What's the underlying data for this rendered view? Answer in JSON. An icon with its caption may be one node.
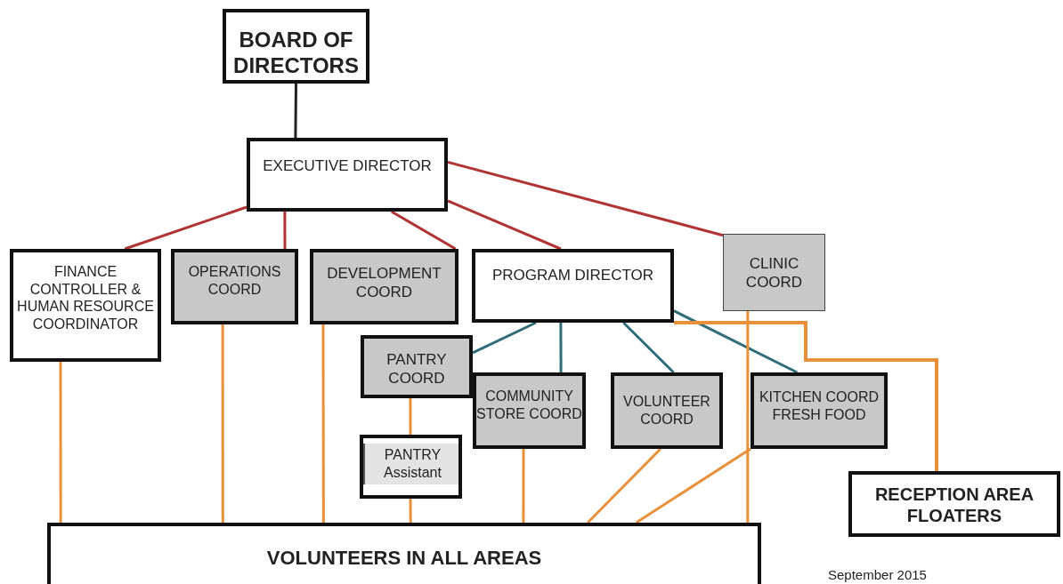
{
  "diagram": {
    "nodes": [
      {
        "text": [
          "BOARD OF DIRECTORS"
        ]
      },
      {
        "text": [
          "EXECUTIVE DIRECTOR"
        ]
      },
      {
        "text": [
          "FINANCE CONTROLLER & HUMAN RESOURCE COORDINATOR"
        ]
      },
      {
        "text": [
          "OPERATIONS COORD"
        ]
      },
      {
        "text": [
          "DEVELOPMENT COORD"
        ]
      },
      {
        "text": [
          "PROGRAM DIRECTOR"
        ]
      },
      {
        "text": [
          "CLINIC COORD"
        ]
      },
      {
        "text": [
          "PANTRY COORD"
        ]
      },
      {
        "text": [
          "COMMUNITY STORE COORD"
        ]
      },
      {
        "text": [
          "VOLUNTEER COORD"
        ]
      },
      {
        "text": [
          "KITCHEN COORD FRESH FOOD"
        ]
      },
      {
        "text": [
          "PANTRY Assistant"
        ]
      },
      {
        "text": [
          "RECEPTION AREA FLOATERS"
        ]
      },
      {
        "text": [
          "VOLUNTEERS IN ALL AREAS"
        ]
      }
    ],
    "edges": [
      {
        "from": 0,
        "to": 1,
        "arrow": "none",
        "color": "#222222"
      },
      {
        "from": 1,
        "to": 2,
        "arrow": "none",
        "color": "#b03434"
      },
      {
        "from": 1,
        "to": 3,
        "arrow": "none",
        "color": "#b03434"
      },
      {
        "from": 1,
        "to": 4,
        "arrow": "none",
        "color": "#b03434"
      },
      {
        "from": 1,
        "to": 5,
        "arrow": "none",
        "color": "#b03434"
      },
      {
        "from": 1,
        "to": 6,
        "arrow": "none",
        "color": "#b03434"
      },
      {
        "from": 5,
        "to": 7,
        "arrow": "none",
        "color": "#2f6b78"
      },
      {
        "from": 5,
        "to": 8,
        "arrow": "none",
        "color": "#2f6b78"
      },
      {
        "from": 5,
        "to": 9,
        "arrow": "none",
        "color": "#2f6b78"
      },
      {
        "from": 5,
        "to": 10,
        "arrow": "none",
        "color": "#2f6b78"
      },
      {
        "from": 5,
        "to": 12,
        "arrow": "none"
      },
      {
        "from": 2,
        "to": 13,
        "arrow": "none"
      },
      {
        "from": 3,
        "to": 13,
        "arrow": "none"
      },
      {
        "from": 4,
        "to": 13,
        "arrow": "none"
      },
      {
        "from": 7,
        "to": 11,
        "arrow": "none"
      },
      {
        "from": 11,
        "to": 13,
        "arrow": "none"
      },
      {
        "from": 8,
        "to": 13,
        "arrow": "none"
      },
      {
        "from": 9,
        "to": 13,
        "arrow": "none"
      },
      {
        "from": 10,
        "to": 13,
        "arrow": "none"
      },
      {
        "from": 6,
        "to": 13,
        "arrow": "none"
      }
    ],
    "labels": [
      "September 2015"
    ]
  }
}
